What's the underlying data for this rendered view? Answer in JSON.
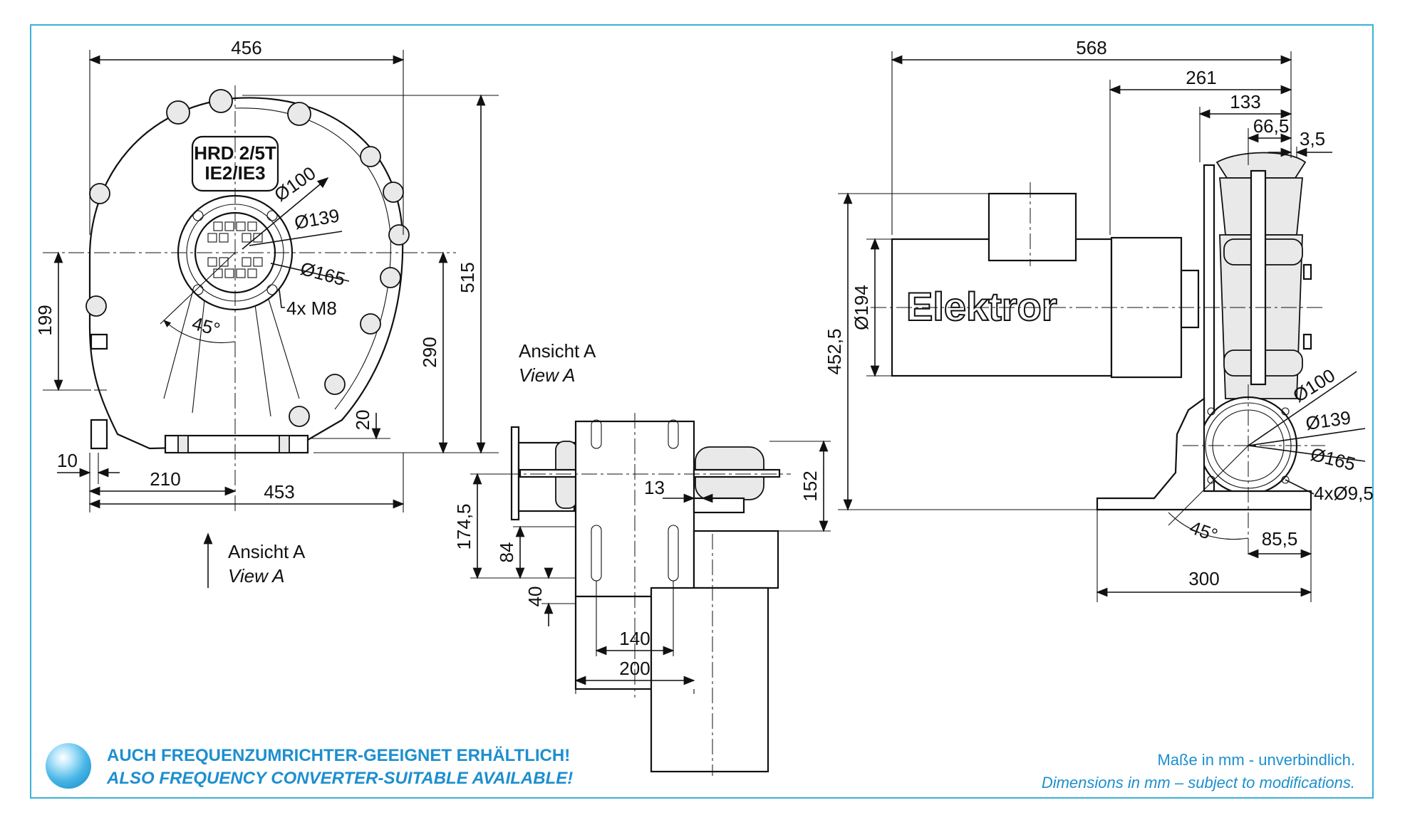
{
  "front_view": {
    "dims": {
      "width_top": "456",
      "height": "515",
      "left_height": "199",
      "right_inner": "290",
      "base_offset": "20",
      "foot": "10",
      "half_base": "210",
      "base": "453"
    },
    "nameplate": {
      "line1": "HRD 2/5T",
      "line2": "IE2/IE3"
    },
    "flange": {
      "d1": "Ø100",
      "d2": "Ø139",
      "d3": "Ø165",
      "bolts": "4x M8",
      "angle": "45°"
    },
    "view_arrow": {
      "de": "Ansicht A",
      "en": "View A"
    }
  },
  "view_a": {
    "label": {
      "de": "Ansicht A",
      "en": "View A"
    },
    "dims": {
      "h_total": "174,5",
      "h_lower": "84",
      "offset": "40",
      "inner": "140",
      "outer": "200",
      "gap": "13",
      "right": "152"
    }
  },
  "side_view": {
    "brand": "Elektror",
    "dims": {
      "total": "568",
      "motor": "261",
      "housing": "133",
      "flange": "66,5",
      "thin": "3,5",
      "height": "452,5",
      "motor_d": "Ø194",
      "base": "300",
      "offset": "85,5"
    },
    "flange": {
      "d1": "Ø100",
      "d2": "Ø139",
      "d3": "Ø165",
      "bolts": "4xØ9,5",
      "angle": "45°"
    }
  },
  "footer": {
    "de": "AUCH FREQUENZUMRICHTER-GEEIGNET ERHÄLTLICH!",
    "en": "ALSO FREQUENCY CONVERTER-SUITABLE AVAILABLE!",
    "note_de": "Maße in mm - unverbindlich.",
    "note_en": "Dimensions in mm – subject to modifications."
  },
  "colors": {
    "frame": "#3bb1d6",
    "accent": "#1d8fcf"
  }
}
